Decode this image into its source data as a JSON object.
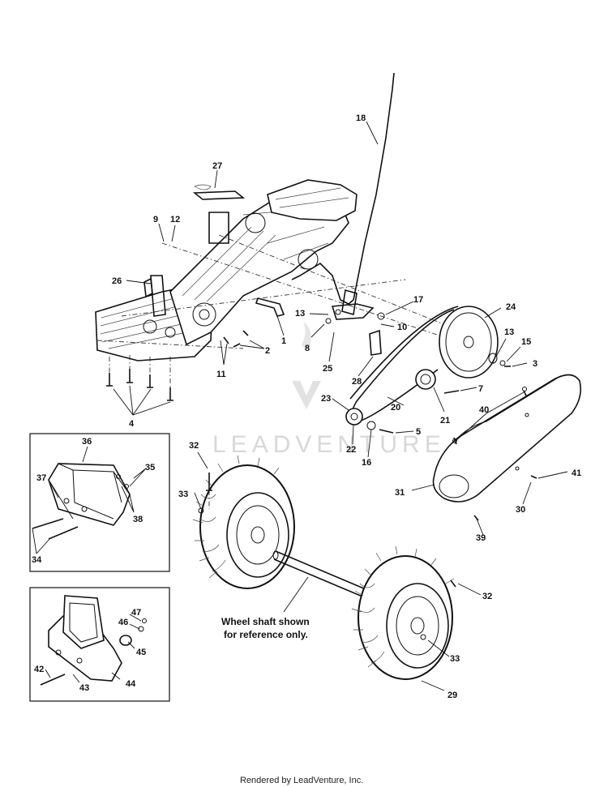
{
  "callouts": {
    "c1": "1",
    "c2": "2",
    "c3": "3",
    "c4": "4",
    "c5": "5",
    "c7": "7",
    "c8": "8",
    "c9": "9",
    "c10": "10",
    "c11": "11",
    "c12": "12",
    "c13a": "13",
    "c13b": "13",
    "c15": "15",
    "c16": "16",
    "c17": "17",
    "c18": "18",
    "c20": "20",
    "c21": "21",
    "c22": "22",
    "c23": "23",
    "c24": "24",
    "c25": "25",
    "c26": "26",
    "c27": "27",
    "c28": "28",
    "c29": "29",
    "c30": "30",
    "c31": "31",
    "c32a": "32",
    "c32b": "32",
    "c33a": "33",
    "c33b": "33",
    "c34": "34",
    "c35": "35",
    "c36": "36",
    "c37": "37",
    "c38": "38",
    "c39": "39",
    "c40": "40",
    "c41": "41",
    "c42": "42",
    "c43": "43",
    "c44": "44",
    "c45": "45",
    "c46": "46",
    "c47": "47"
  },
  "note": {
    "line1": "Wheel shaft shown",
    "line2": "for reference only."
  },
  "watermark": "LEADVENTURE",
  "footer": "Rendered by LeadVenture, Inc."
}
